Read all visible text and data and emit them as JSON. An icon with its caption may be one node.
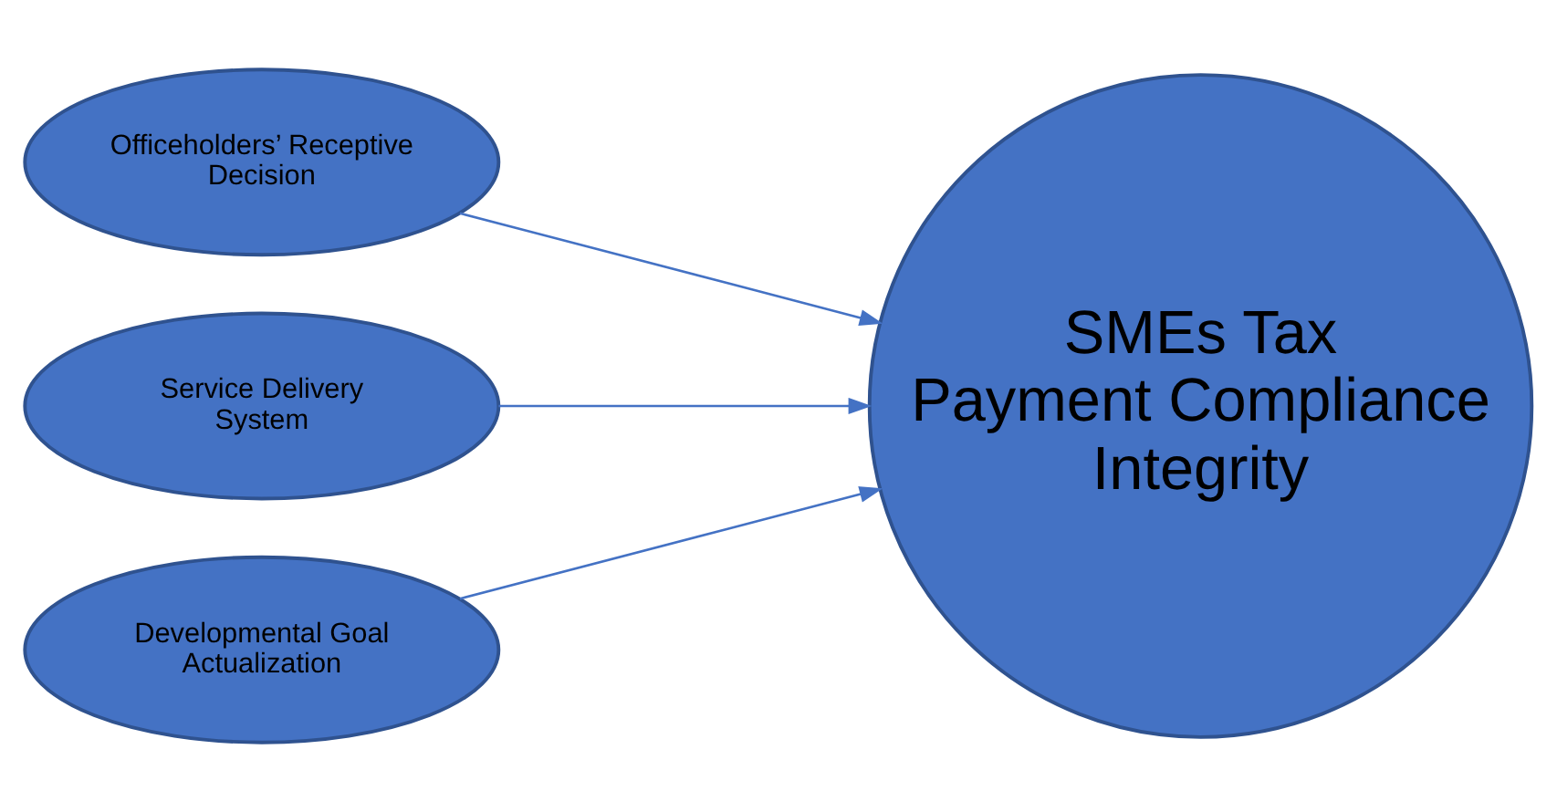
{
  "diagram": {
    "nodes": [
      {
        "text": [
          "Officeholders’ Receptive Decision"
        ]
      },
      {
        "text": [
          "Service Delivery System"
        ]
      },
      {
        "text": [
          "Developmental Goal Actualization"
        ]
      },
      {
        "text": [
          "SMEs Tax Payment Compliance Integrity"
        ]
      }
    ],
    "edges": [
      {
        "from": 0,
        "to": 3,
        "arrow": "to"
      },
      {
        "from": 1,
        "to": 3,
        "arrow": "to"
      },
      {
        "from": 2,
        "to": 3,
        "arrow": "to"
      }
    ]
  }
}
